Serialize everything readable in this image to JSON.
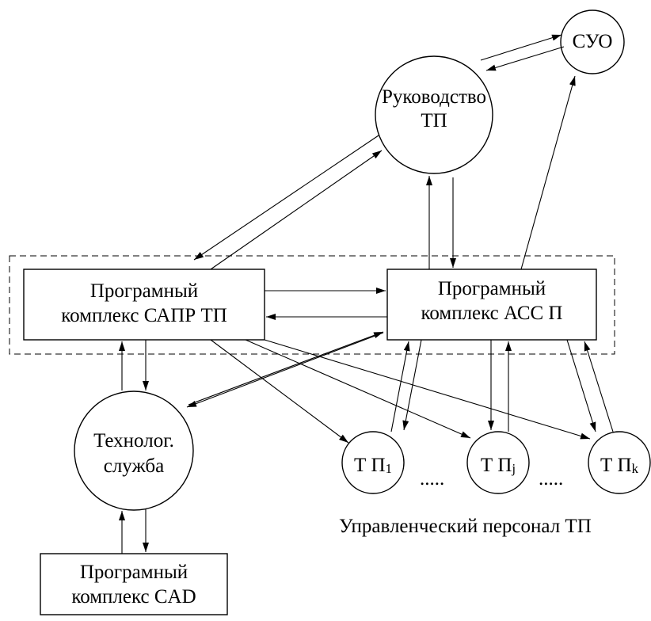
{
  "nodes": {
    "cyo": {
      "label": "СУО"
    },
    "management": {
      "line1": "Руководство",
      "line2": "ТП"
    },
    "sapr": {
      "line1": "Програмный",
      "line2": "комплекс САПР ТП"
    },
    "assp": {
      "line1": "Програмный",
      "line2": "комплекс АСС П"
    },
    "tech": {
      "line1": "Технолог.",
      "line2": "служба"
    },
    "cad": {
      "line1": "Програмный",
      "line2": "комплекс CAD"
    },
    "tp1": {
      "main": "Т П",
      "sub": "1"
    },
    "tpj": {
      "main": "Т П",
      "sub": "j"
    },
    "tpk": {
      "main": "Т П",
      "sub": "k"
    }
  },
  "ellipsis_1": ".....",
  "ellipsis_2": ".....",
  "caption": "Управленческий персонал ТП",
  "colors": {
    "stroke": "#000000",
    "background": "#ffffff"
  }
}
